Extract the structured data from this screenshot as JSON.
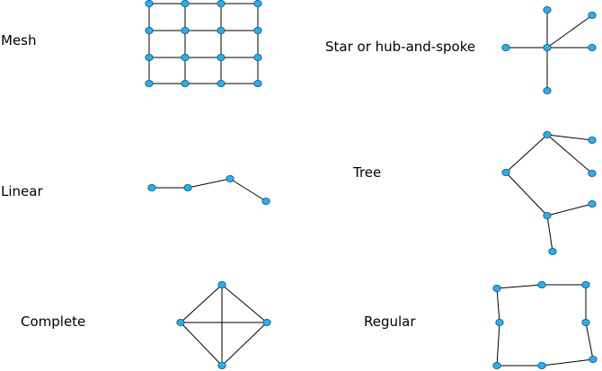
{
  "labels": {
    "mesh": "Mesh",
    "star": "Star or hub-and-spoke",
    "linear": "Linear",
    "tree": "Tree",
    "complete": "Complete",
    "regular": "Regular"
  },
  "colors": {
    "node_fill": "#1eb4f0",
    "node_stroke": "#1a4a80",
    "edge": "#000000",
    "background": "#ffffff"
  }
}
